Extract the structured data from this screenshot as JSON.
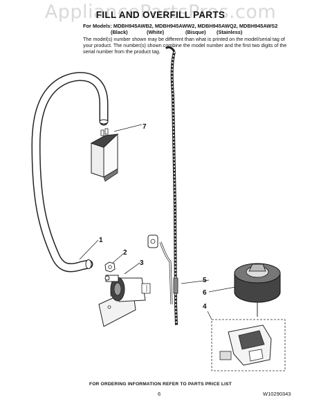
{
  "watermark": "AppliancePartsPros.com",
  "title": "FILL AND OVERFILL PARTS",
  "models_line": "For Models: MDBH945AWB2, MDBH945AWW2, MDBH945AWQ2, MDBH945AWS2",
  "variants": [
    "(Black)",
    "(White)",
    "(Bisque)",
    "(Stainless)"
  ],
  "note": "The model(s) number shown may be different than what is printed on the model/serial tag of your product. The number(s) shown combine the model number and the first two digits of the serial number from the product tag.",
  "callouts": [
    "1",
    "2",
    "3",
    "4",
    "5",
    "6",
    "7"
  ],
  "footer_note": "FOR ORDERING INFORMATION REFER TO PARTS PRICE LIST",
  "page_number": "6",
  "document_number": "W10290343"
}
